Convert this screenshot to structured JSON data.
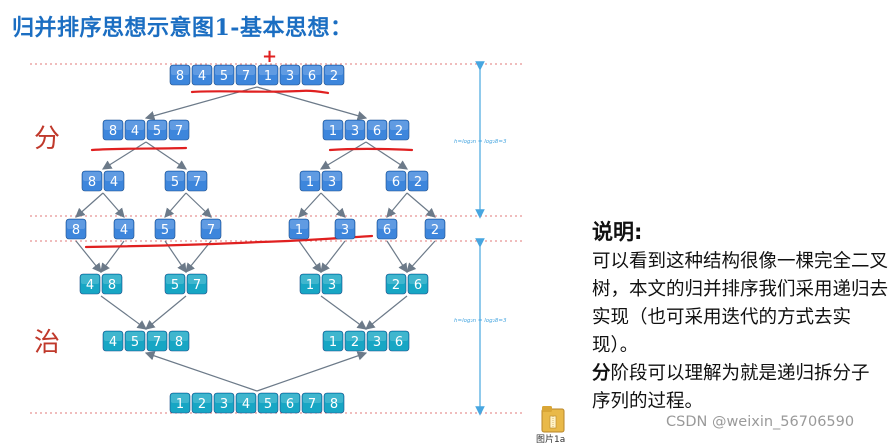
{
  "title": "归并排序思想示意图1-基本思想：",
  "labels": {
    "divide": "分",
    "conquer": "治",
    "plus_mark": "+"
  },
  "height_note_top": "h=log₂n = log₂8=3",
  "height_note_bottom": "h=log₂n = log₂8=3",
  "divide_levels": [
    [
      [
        8,
        4,
        5,
        7,
        1,
        3,
        6,
        2
      ]
    ],
    [
      [
        8,
        4,
        5,
        7
      ],
      [
        1,
        3,
        6,
        2
      ]
    ],
    [
      [
        8,
        4
      ],
      [
        5,
        7
      ],
      [
        1,
        3
      ],
      [
        6,
        2
      ]
    ],
    [
      [
        8
      ],
      [
        4
      ],
      [
        5
      ],
      [
        7
      ],
      [
        1
      ],
      [
        3
      ],
      [
        6
      ],
      [
        2
      ]
    ]
  ],
  "conquer_levels": [
    [
      [
        4,
        8
      ],
      [
        5,
        7
      ],
      [
        1,
        3
      ],
      [
        2,
        6
      ]
    ],
    [
      [
        4,
        5,
        7,
        8
      ],
      [
        1,
        2,
        3,
        6
      ]
    ],
    [
      [
        1,
        2,
        3,
        4,
        5,
        6,
        7,
        8
      ]
    ]
  ],
  "note": {
    "heading": "说明:",
    "line1": "可以看到这种结构很像一棵完全二叉树，本文的归并排序我们采用递归去实现（也可采用迭代的方式去实现）。",
    "line2_bold": "分",
    "line2_rest": "阶段可以理解为就是递归拆分子序列的过程。"
  },
  "file_icon_label": "图片1a",
  "watermark": "CSDN @weixin_56706590",
  "colors": {
    "title": "#1b6ec2",
    "divide_box": "#3d86dc",
    "conquer_box": "#17a6c4",
    "stroke_red": "#e02020",
    "label_red": "#c0392b",
    "dashed_line": "#e07a7a",
    "measure_arrow": "#47a6e0",
    "arrow": "#6c7a89"
  }
}
